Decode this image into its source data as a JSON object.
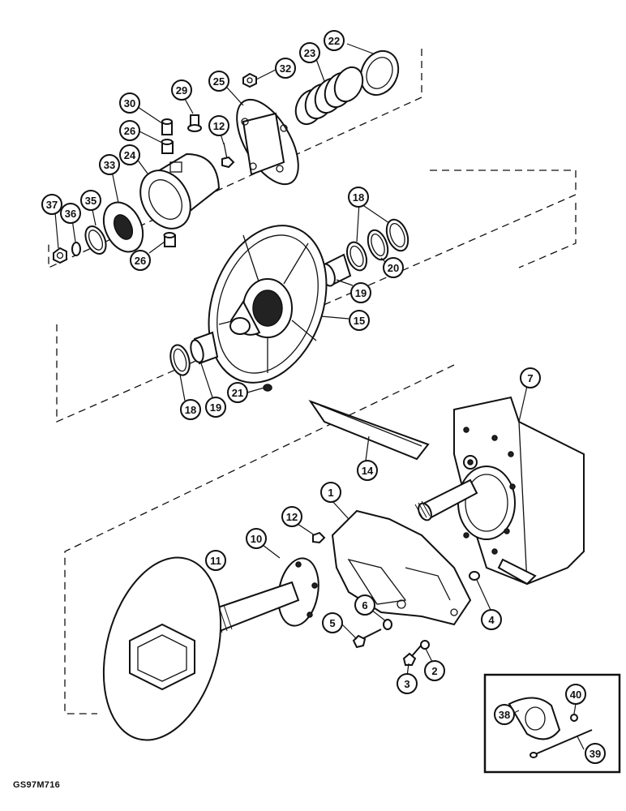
{
  "drawing_code": "GS97M716",
  "callouts": [
    {
      "id": "callout-1",
      "label": "1"
    },
    {
      "id": "callout-2",
      "label": "2"
    },
    {
      "id": "callout-3",
      "label": "3"
    },
    {
      "id": "callout-4",
      "label": "4"
    },
    {
      "id": "callout-5",
      "label": "5"
    },
    {
      "id": "callout-6",
      "label": "6"
    },
    {
      "id": "callout-7",
      "label": "7"
    },
    {
      "id": "callout-10",
      "label": "10"
    },
    {
      "id": "callout-11",
      "label": "11"
    },
    {
      "id": "callout-12-top",
      "label": "12"
    },
    {
      "id": "callout-12-bottom",
      "label": "12"
    },
    {
      "id": "callout-14",
      "label": "14"
    },
    {
      "id": "callout-15",
      "label": "15"
    },
    {
      "id": "callout-18-top",
      "label": "18"
    },
    {
      "id": "callout-18-bottom",
      "label": "18"
    },
    {
      "id": "callout-19-top",
      "label": "19"
    },
    {
      "id": "callout-19-bottom",
      "label": "19"
    },
    {
      "id": "callout-20",
      "label": "20"
    },
    {
      "id": "callout-21",
      "label": "21"
    },
    {
      "id": "callout-22",
      "label": "22"
    },
    {
      "id": "callout-23",
      "label": "23"
    },
    {
      "id": "callout-24",
      "label": "24"
    },
    {
      "id": "callout-25",
      "label": "25"
    },
    {
      "id": "callout-26-top",
      "label": "26"
    },
    {
      "id": "callout-26-bottom",
      "label": "26"
    },
    {
      "id": "callout-29",
      "label": "29"
    },
    {
      "id": "callout-30",
      "label": "30"
    },
    {
      "id": "callout-32",
      "label": "32"
    },
    {
      "id": "callout-33",
      "label": "33"
    },
    {
      "id": "callout-35",
      "label": "35"
    },
    {
      "id": "callout-36",
      "label": "36"
    },
    {
      "id": "callout-37",
      "label": "37"
    },
    {
      "id": "callout-38",
      "label": "38"
    },
    {
      "id": "callout-39",
      "label": "39"
    },
    {
      "id": "callout-40",
      "label": "40"
    }
  ]
}
